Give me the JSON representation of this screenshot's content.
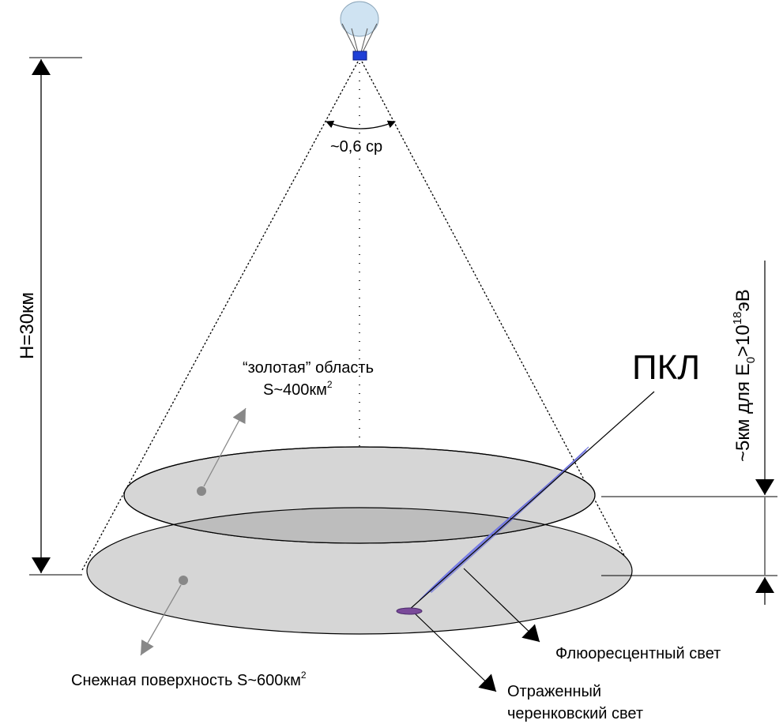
{
  "angle_label": "~0,6 ср",
  "height_label": "H=30км",
  "golden_area": {
    "line1": "“золотая” область",
    "line2_prefix": "S~400км",
    "line2_sup": "2"
  },
  "snow_surface": {
    "prefix": "Снежная поверхность S~600км",
    "sup": "2"
  },
  "pkl_label": "ПКЛ",
  "energy_label": {
    "part1": "~5км для E",
    "sub": "0",
    "part2": ">10",
    "sup": "18",
    "part3": "эВ"
  },
  "fluorescent_label": "Флюоресцентный свет",
  "cherenkov_label": {
    "line1": "Отраженный",
    "line2": "черенковский свет"
  },
  "colors": {
    "balloon": "#cfe3f2",
    "gondola": "#1f3fd6",
    "ellipse_fill": "#d6d6d6",
    "overlap_fill": "#bdbdbd",
    "shower": "#8a8ff0",
    "shower_core": "#5a5fd8",
    "spot": "#7a4a9a",
    "pointer_gray": "#888888"
  }
}
